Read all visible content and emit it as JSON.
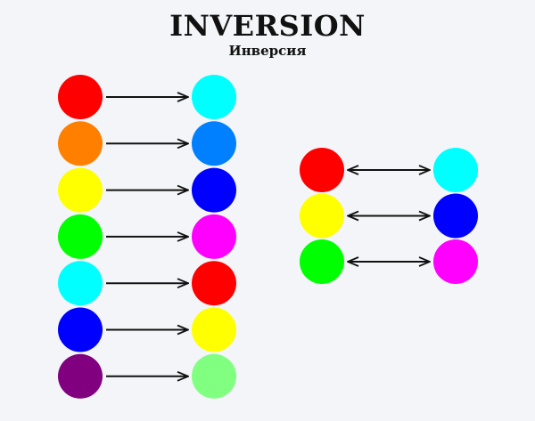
{
  "title": "INVERSION",
  "subtitle": "Инверсия",
  "left_diagram": {
    "arrow": "one-way",
    "pairs": [
      {
        "from": "#ff0000",
        "to": "#00ffff"
      },
      {
        "from": "#ff8000",
        "to": "#0080ff"
      },
      {
        "from": "#ffff00",
        "to": "#0000ff"
      },
      {
        "from": "#00ff00",
        "to": "#ff00ff"
      },
      {
        "from": "#00ffff",
        "to": "#ff0000"
      },
      {
        "from": "#0000ff",
        "to": "#ffff00"
      },
      {
        "from": "#800080",
        "to": "#80ff80"
      }
    ]
  },
  "right_diagram": {
    "arrow": "two-way",
    "pairs": [
      {
        "from": "#ff0000",
        "to": "#00ffff"
      },
      {
        "from": "#ffff00",
        "to": "#0000ff"
      },
      {
        "from": "#00ff00",
        "to": "#ff00ff"
      }
    ]
  }
}
